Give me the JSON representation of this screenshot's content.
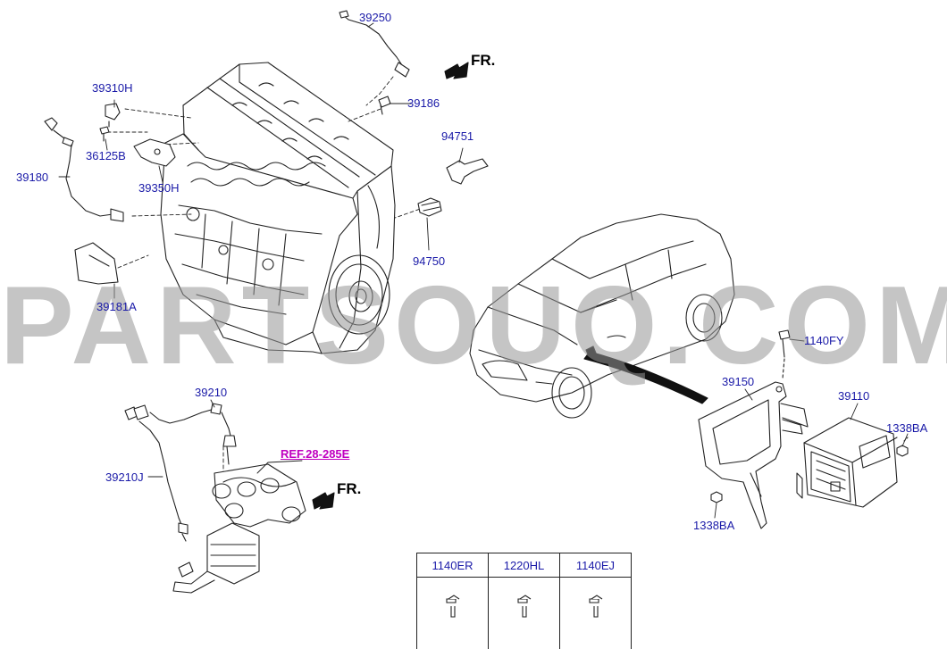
{
  "diagram": {
    "labels": {
      "p39250": "39250",
      "p39310H": "39310H",
      "p39186": "39186",
      "p36125B": "36125B",
      "p94751": "94751",
      "p39180": "39180",
      "p39350H": "39350H",
      "p94750": "94750",
      "p39181A": "39181A",
      "p1140FY": "1140FY",
      "p39210": "39210",
      "p39150": "39150",
      "p39110": "39110",
      "p1338BA_right": "1338BA",
      "p39210J": "39210J",
      "p1338BA_bottom": "1338BA"
    },
    "reference": "REF.28-285E",
    "front_marker_top": "FR.",
    "front_marker_bottom": "FR.",
    "watermark": "PARTSOUQ.COM",
    "fastener_table": {
      "headers": [
        "1140ER",
        "1220HL",
        "1140EJ"
      ]
    }
  }
}
